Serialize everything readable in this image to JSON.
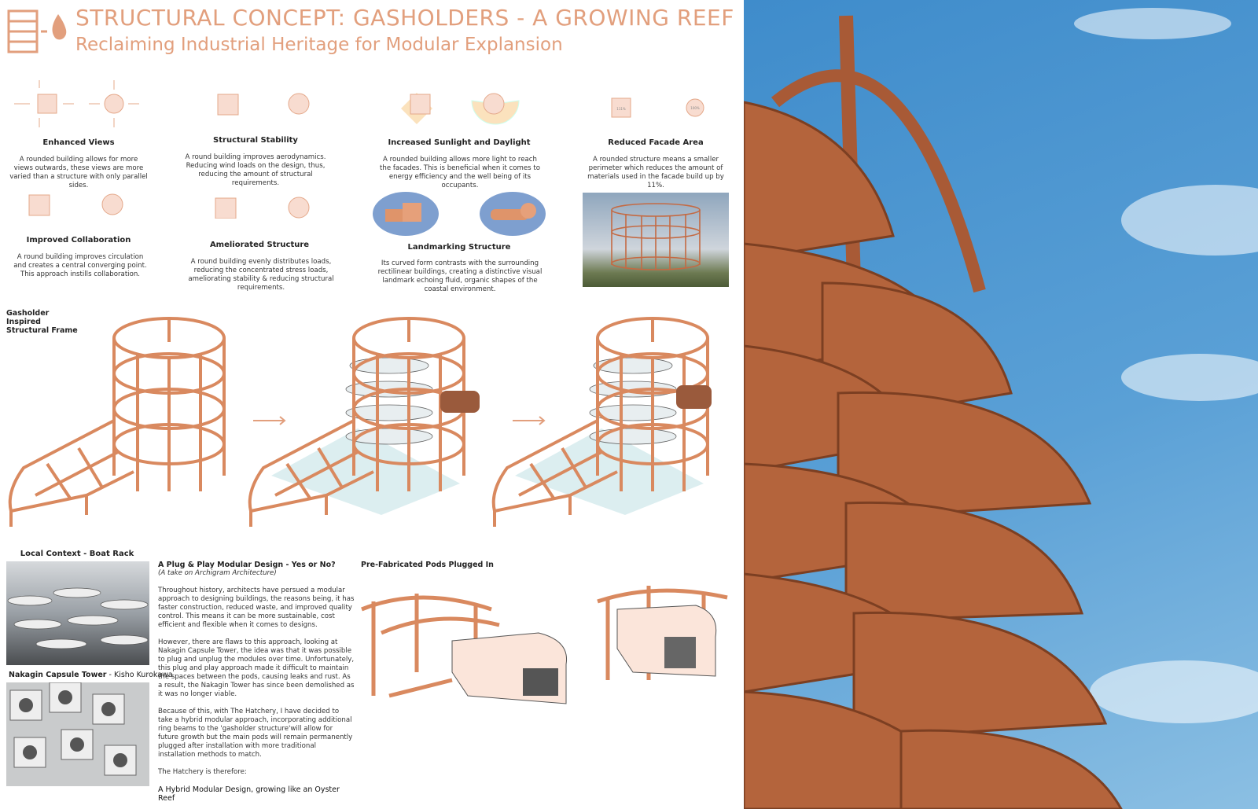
{
  "header": {
    "title": "STRUCTURAL CONCEPT: GASHOLDERS - A GROWING REEF",
    "subtitle": "Reclaiming Industrial Heritage for Modular Explansion"
  },
  "benefits": [
    {
      "title": "Enhanced Views",
      "text": "A rounded building allows for more views outwards, these views are more varied than a structure with only parallel sides."
    },
    {
      "title": "Structural Stability",
      "text": "A round building improves aerodynamics. Reducing wind loads on the design, thus, reducing the amount of structural requirements."
    },
    {
      "title": "Increased Sunlight and Daylight",
      "text": "A rounded building allows more light to reach the facades. This is beneficial when it comes to energy efficiency and the well being of its occupants."
    },
    {
      "title": "Reduced Facade Area",
      "text": "A rounded structure means a smaller perimeter which reduces the amount of materials used in the facade build up by 11%.",
      "labels": [
        "111%",
        "100%"
      ]
    },
    {
      "title": "Improved Collaboration",
      "text": "A round building improves circulation and creates a central converging point. This approach instills collaboration."
    },
    {
      "title": "Ameliorated Structure",
      "text": "A round building evenly distributes loads, reducing the concentrated stress loads, ameliorating stability & reducing structural requirements."
    },
    {
      "title": "Landmarking Structure",
      "text": "Its curved form contrasts with the surrounding rectilinear buildings, creating a distinctive visual landmark echoing fluid, organic shapes of the coastal environment."
    }
  ],
  "frame_label": "Gasholder Inspired Structural Frame",
  "context": {
    "boat_rack": "Local Context - Boat Rack",
    "nakagin": "Nakagin Capsule Tower",
    "nakagin_author": " - Kisho Kurokawa"
  },
  "essay": {
    "title": "A Plug & Play Modular Design - Yes or No?",
    "subtitle": "(A take on Archigram Architecture)",
    "paragraphs": [
      "Throughout history, architects have persued a modular approach to designing buildings, the reasons being, it has faster construction, reduced waste, and improved quality control. This means it can be more sustainable, cost efficient and flexible when it comes to designs.",
      "However, there are flaws to this approach, looking at Nakagin Capsule Tower, the idea was that it was possible to plug and unplug the modules over time. Unfortunately, this plug and play approach made it difficult to maintain the spaces between the pods, causing leaks and rust. As a result, the Nakagin Tower has since been demolished as it was no longer viable.",
      "Because of this, with The Hatchery, I have decided to take a hybrid modular approach, incorporating additional ring beams to the 'gasholder structure'will allow for future growth but the main pods will remain permanently plugged after installation with more traditional installation methods to match.",
      "The Hatchery is therefore:"
    ],
    "conclusion": "A Hybrid Modular Design, growing like an Oyster Reef"
  },
  "pods_label": "Pre-Fabricated Pods Plugged In",
  "colors": {
    "accent": "#e29f7d",
    "copper": "#d9895f",
    "sky": "#4f95cf"
  }
}
